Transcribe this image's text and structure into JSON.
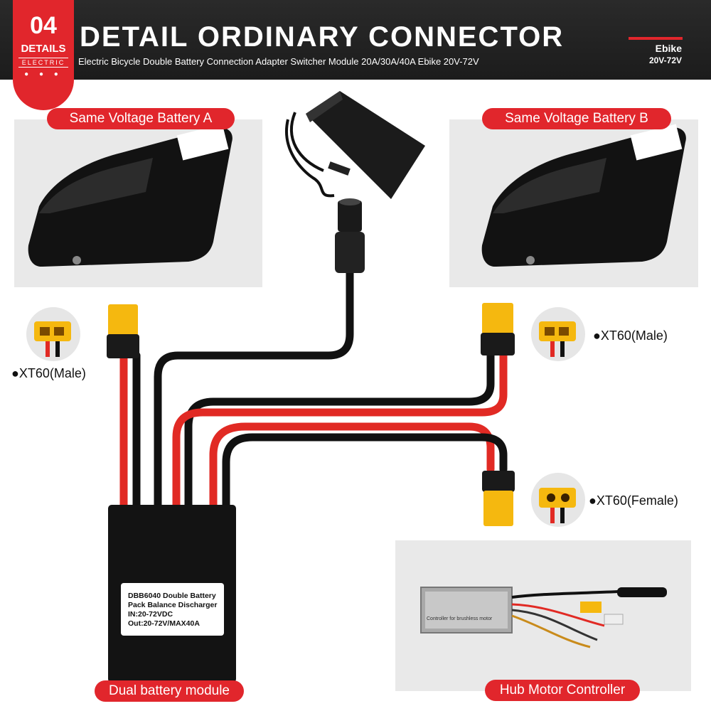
{
  "header": {
    "badge_number": "04",
    "badge_label": "DETAILS",
    "badge_sub": "ELECTRIC",
    "badge_dots": "● ● ●",
    "title": "DETAIL ORDINARY CONNECTOR",
    "subtitle": "Electric Bicycle Double Battery Connection Adapter Switcher Module 20A/30A/40A Ebike 20V-72V",
    "right_line1": "Ebike",
    "right_line2": "20V-72V"
  },
  "labels": {
    "battery_a": "Same Voltage Battery A",
    "battery_b": "Same Voltage Battery B",
    "xt60_left": "●XT60(Male)",
    "xt60_right_top": "●XT60(Male)",
    "xt60_female": "●XT60(Female)",
    "module": "Dual battery module",
    "controller": "Hub Motor Controller"
  },
  "module_sticker": {
    "line1": "DBB6040 Double Battery",
    "line2": "Pack Balance Discharger",
    "line3": "IN:20-72VDC",
    "line4": "Out:20-72V/MAX40A"
  },
  "controller_label": "Controller for brushless motor",
  "colors": {
    "accent": "#e1262c",
    "header_bg": "#1f1f1f",
    "connector": "#f5b80f",
    "wire_red": "#e12a24",
    "wire_black": "#111111"
  }
}
